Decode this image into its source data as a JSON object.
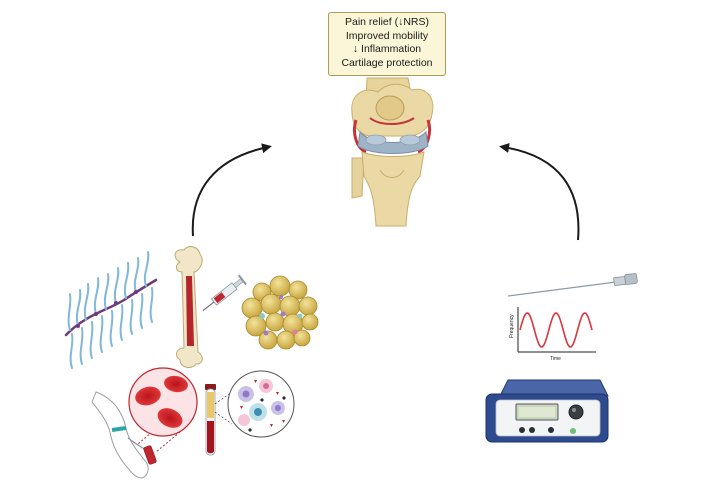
{
  "outcomes": {
    "pain_relief": "Pain relief (↓NRS)",
    "mobility": "Improved mobility",
    "inflammation": "↓ Inflammation",
    "cartilage": "Cartilage protection"
  },
  "waveform": {
    "y_label": "Frequency",
    "x_label": "Time"
  },
  "icons": {
    "collagen": "collagen-fiber-icon",
    "bone_marrow": "bone-marrow-aspiration-icon",
    "adipose": "adipose-tissue-icon",
    "blood_draw": "blood-draw-arm-icon",
    "blood_tube": "blood-tube-icon",
    "needle": "needle-icon",
    "generator": "pulsed-radiofrequency-generator-icon",
    "knee": "knee-joint-icon"
  },
  "colors": {
    "box_fill": "#fbf6d8",
    "box_border": "#a99a55",
    "wave": "#d9363e",
    "device_blue": "#2f4b8f",
    "screen": "#c9d8b8"
  }
}
